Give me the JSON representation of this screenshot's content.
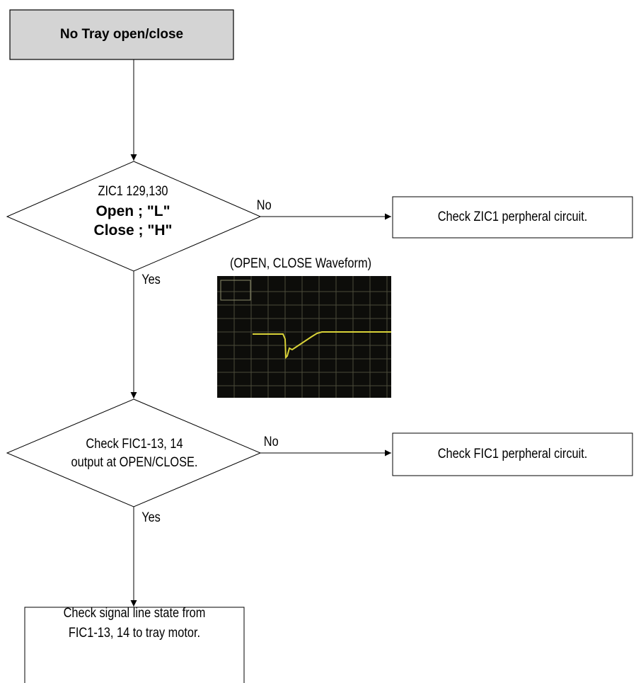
{
  "start": {
    "label": "No Tray open/close"
  },
  "decision1": {
    "line1": "ZIC1 129,130",
    "line2": "Open ; \"L\"",
    "line3": "Close ; \"H\"",
    "no_label": "No",
    "yes_label": "Yes"
  },
  "box1": {
    "label": "Check ZIC1 perpheral circuit."
  },
  "waveform": {
    "caption": "(OPEN, CLOSE Waveform)",
    "background_color": "#0d0d0a",
    "grid_color": "#4a4a3a",
    "trace_color": "#d8d238"
  },
  "decision2": {
    "line1": "Check FIC1-13, 14",
    "line2": "output at OPEN/CLOSE.",
    "no_label": "No",
    "yes_label": "Yes"
  },
  "box2": {
    "label": "Check FIC1 perpheral circuit."
  },
  "box3": {
    "line1": "Check signal line state from",
    "line2": "FIC1-13, 14 to tray motor."
  },
  "colors": {
    "start_fill": "#d4d4d4",
    "stroke": "#000000"
  }
}
